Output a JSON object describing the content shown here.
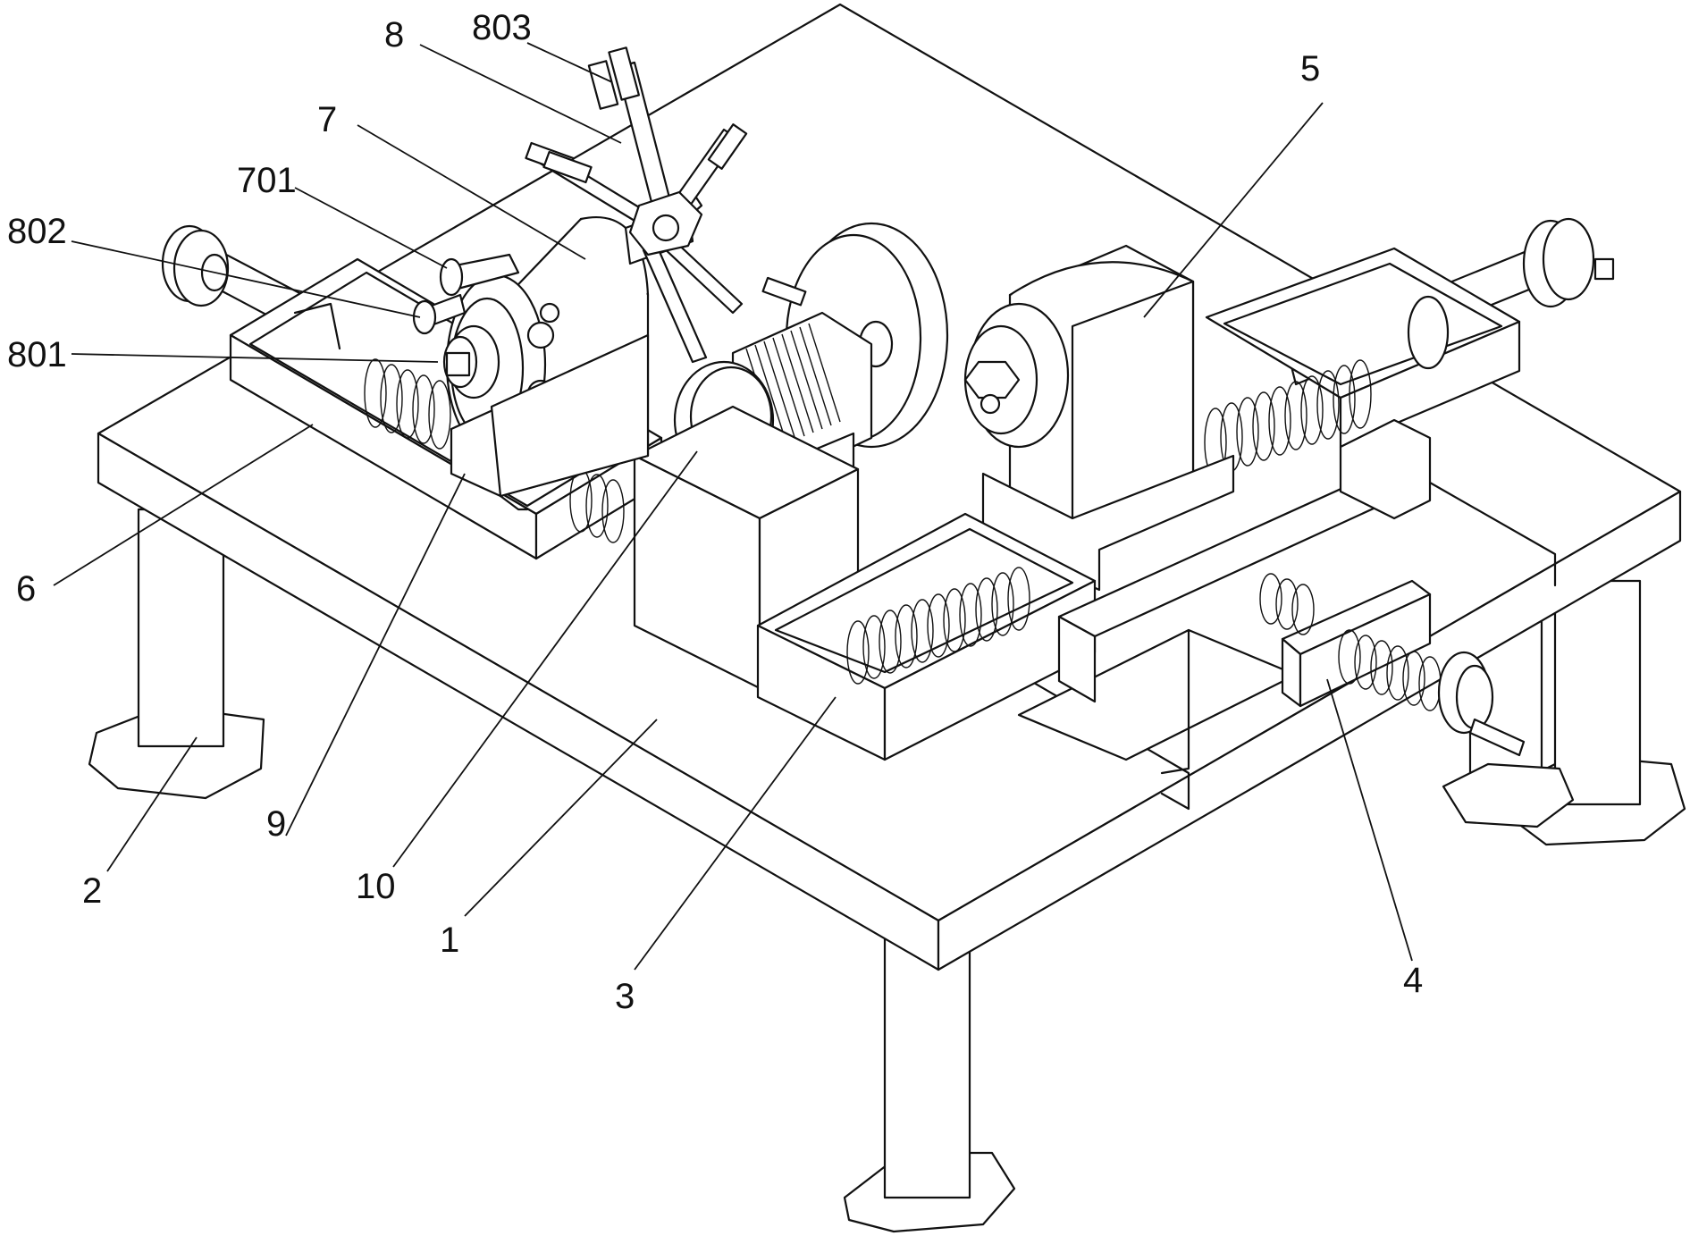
{
  "labels": {
    "l1": "1",
    "l2": "2",
    "l3": "3",
    "l4": "4",
    "l5": "5",
    "l6": "6",
    "l7": "7",
    "l8": "8",
    "l9": "9",
    "l10": "10",
    "l701": "701",
    "l801": "801",
    "l802": "802",
    "l803": "803"
  }
}
